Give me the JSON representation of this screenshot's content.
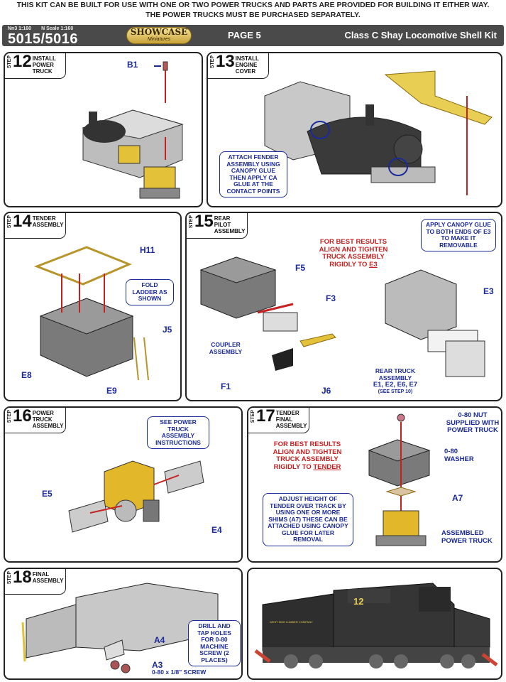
{
  "header": {
    "line1": "THIS KIT CAN BE BUILT FOR USE WITH ONE OR TWO POWER TRUCKS AND PARTS ARE PROVIDED FOR BUILDING IT EITHER WAY.",
    "line2": "THE POWER TRUCKS MUST BE PURCHASED SEPARATELY."
  },
  "bar": {
    "scale1": "Nn3 1:160",
    "scale2": "N Scale 1:160",
    "model": "5015/5016",
    "logo_main": "SHOWCASE",
    "logo_sub": "Miniatures",
    "page": "PAGE 5",
    "kit": "Class C Shay Locomotive Shell Kit"
  },
  "step12": {
    "step": "STEP",
    "num": "12",
    "title": "INSTALL POWER TRUCK",
    "b1": "B1"
  },
  "step13": {
    "step": "STEP",
    "num": "13",
    "title": "INSTALL ENGINE COVER",
    "note": "ATTACH FENDER ASSEMBLY USING CANOPY GLUE THEN APPLY CA GLUE AT THE CONTACT POINTS"
  },
  "step14": {
    "step": "STEP",
    "num": "14",
    "title": "TENDER ASSEMBLY",
    "h11": "H11",
    "note": "FOLD LADDER AS SHOWN",
    "j5": "J5",
    "e8": "E8",
    "e9": "E9"
  },
  "step15": {
    "step": "STEP",
    "num": "15",
    "title": "REAR PILOT ASSEMBLY",
    "red1": "FOR BEST RESULTS ALIGN AND TIGHTEN TRUCK ASSEMBLY RIGIDLY TO",
    "red1u": "E3",
    "note": "APPLY CANOPY GLUE TO BOTH ENDS OF E3 TO MAKE IT REMOVABLE",
    "f5": "F5",
    "f3": "F3",
    "e3": "E3",
    "coupler": "COUPLER ASSEMBLY",
    "f1": "F1",
    "j6": "J6",
    "rear1": "REAR TRUCK ASSEMBLY",
    "rear2": "E1, E2, E6, E7",
    "rear3": "(SEE STEP 10)"
  },
  "step16": {
    "step": "STEP",
    "num": "16",
    "title": "POWER TRUCK ASSEMBLY",
    "note": "SEE POWER TRUCK ASSEMBLY INSTRUCTIONS",
    "e5": "E5",
    "e4": "E4"
  },
  "step17": {
    "step": "STEP",
    "num": "17",
    "title": "TENDER FINAL ASSEMBLY",
    "red1": "FOR BEST RESULTS ALIGN AND TIGHTEN TRUCK ASSEMBLY RIGIDLY TO",
    "red1u": "TENDER",
    "nut": "0-80 NUT SUPPLIED WITH POWER TRUCK",
    "washer": "0-80 WASHER",
    "note": "ADJUST HEIGHT OF TENDER OVER TRACK BY USING ONE OR MORE SHIMS (A7) THESE CAN BE ATTACHED USING CANOPY GLUE FOR LATER REMOVAL",
    "a7": "A7",
    "apt": "ASSEMBLED POWER TRUCK"
  },
  "step18": {
    "step": "STEP",
    "num": "18",
    "title": "FINAL ASSEMBLY",
    "note": "DRILL AND TAP HOLES FOR 0-80 MACHINE SCREW (2 PLACES)",
    "a4": "A4",
    "a3": "A3",
    "screw": "0-80 x 1/8\" SCREW"
  },
  "photo": {
    "plate": "12",
    "lettering": "WEST SIDE LUMBER COMPANY"
  }
}
